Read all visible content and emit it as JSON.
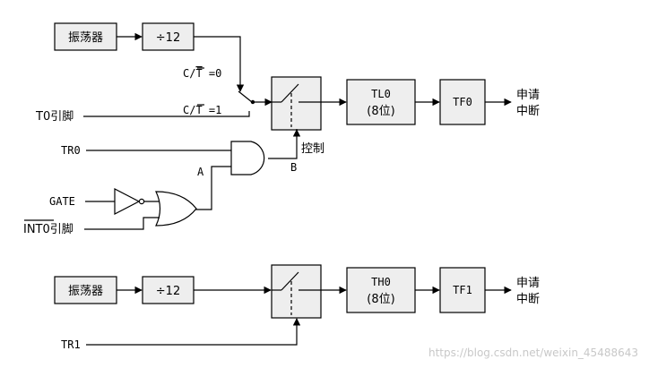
{
  "timer0": {
    "oscillator": "振荡器",
    "divider": "÷12",
    "ct0_label_prefix": "C/",
    "ct_t": "T",
    "ct0_label_suffix": " =0",
    "ct1_label_suffix": " =1",
    "t0_pin": "T0引脚",
    "tr0": "TR0",
    "gate": "GATE",
    "int0_bar": "INT0",
    "int0_suffix": "引脚",
    "label_a": "A",
    "label_b": "B",
    "control": "控制",
    "counter_name": "TL0",
    "counter_bits": "(8位)",
    "flag": "TF0",
    "irq_line1": "申请",
    "irq_line2": "中断"
  },
  "timer1": {
    "oscillator": "振荡器",
    "divider": "÷12",
    "tr1": "TR1",
    "counter_name": "TH0",
    "counter_bits": "(8位)",
    "flag": "TF1",
    "irq_line1": "申请",
    "irq_line2": "中断"
  },
  "watermark": "https://blog.csdn.net/weixin_45488643"
}
